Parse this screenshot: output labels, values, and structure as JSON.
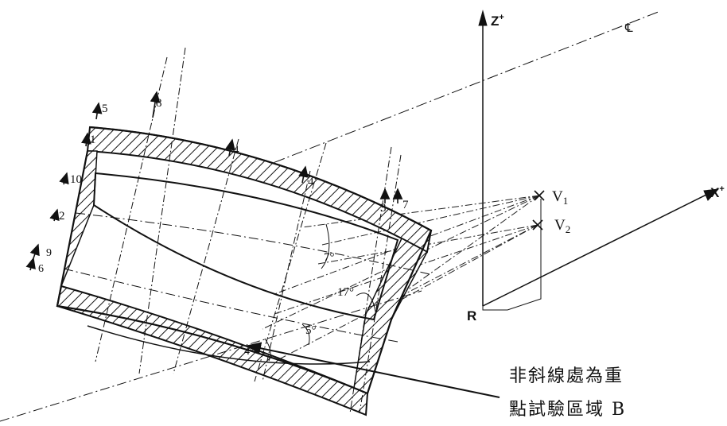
{
  "axes": {
    "z": "Z",
    "z_sup": "+",
    "x": "X",
    "x_sup": "+",
    "cl": "℄",
    "r": "R",
    "v1": "V",
    "v1_sub": "1",
    "v2": "V",
    "v2_sub": "2"
  },
  "points": [
    "8",
    "5",
    "1",
    "10",
    "2",
    "9",
    "6",
    "4",
    "4",
    "3",
    "7"
  ],
  "angles": {
    "a7": "7°",
    "a17": "17°",
    "a5": "5°",
    "a4": "4°"
  },
  "caption": {
    "line1": "非斜線處為重",
    "line2": "點試驗區域 B"
  }
}
